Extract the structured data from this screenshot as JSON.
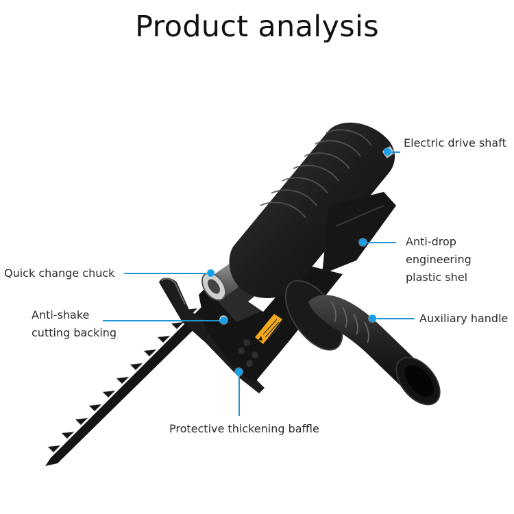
{
  "title": "Product analysis",
  "accent_color": "#1aa0e8",
  "product": {
    "description": "Reciprocating saw attachment with blade and auxiliary handle",
    "warning_label_color": "#f4a81d"
  },
  "callouts": [
    {
      "id": "electric-drive-shaft",
      "lines": [
        "Electric drive shaft"
      ]
    },
    {
      "id": "anti-drop-shell",
      "lines": [
        "Anti-drop",
        "engineering",
        "plastic shel"
      ]
    },
    {
      "id": "quick-change-chuck",
      "lines": [
        "Quick change chuck"
      ]
    },
    {
      "id": "anti-shake-backing",
      "lines": [
        "Anti-shake",
        "cutting backing"
      ]
    },
    {
      "id": "auxiliary-handle",
      "lines": [
        "Auxiliary handle"
      ]
    },
    {
      "id": "protective-baffle",
      "lines": [
        "Protective thickening baffle"
      ]
    }
  ]
}
